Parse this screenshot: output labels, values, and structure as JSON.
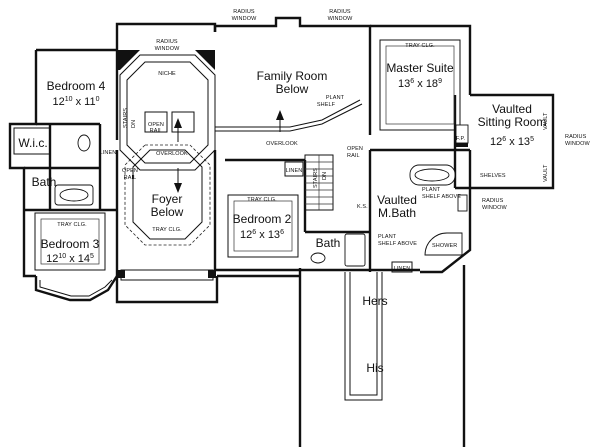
{
  "rooms": {
    "family_room": {
      "line1": "Family Room",
      "line2": "Below"
    },
    "master_suite": {
      "title": "Master Suite",
      "w": "13",
      "w_in": "6",
      "d": "18",
      "d_in": "9",
      "sep": "x"
    },
    "sitting_room": {
      "line1": "Vaulted",
      "line2": "Sitting Room",
      "w": "12",
      "w_in": "6",
      "d": "13",
      "d_in": "5",
      "sep": "x"
    },
    "bedroom4": {
      "title": "Bedroom 4",
      "w": "12",
      "w_in": "10",
      "d": "11",
      "d_in": "0",
      "sep": "x"
    },
    "bedroom3": {
      "title": "Bedroom 3",
      "w": "12",
      "w_in": "10",
      "d": "14",
      "d_in": "5",
      "sep": "x"
    },
    "bedroom2": {
      "title": "Bedroom 2",
      "w": "12",
      "w_in": "6",
      "d": "13",
      "d_in": "6",
      "sep": "x"
    },
    "foyer": {
      "line1": "Foyer",
      "line2": "Below"
    },
    "m_bath": {
      "line1": "Vaulted",
      "line2": "M.Bath"
    },
    "bath_left": "Bath",
    "bath_mid": "Bath",
    "wic": "W.i.c.",
    "hers": "Hers",
    "his": "His"
  },
  "notes": {
    "radius_window": "RADIUS WINDOW",
    "radius": "RADIUS",
    "window": "WINDOW",
    "tray_clg": "TRAY CLG.",
    "niche": "NICHE",
    "plant": "PLANT",
    "shelf": "SHELF",
    "shelf_above": "SHELF ABOVE",
    "overlook": "OVERLOOK",
    "open": "OPEN",
    "rail": "RAIL",
    "linen": "LINEN",
    "stairs": "STAIRS",
    "dn": "DN",
    "vault": "VAULT",
    "shelves": "SHELVES",
    "shower": "SHOWER",
    "fp": "F.P.",
    "ks": "K.S."
  }
}
